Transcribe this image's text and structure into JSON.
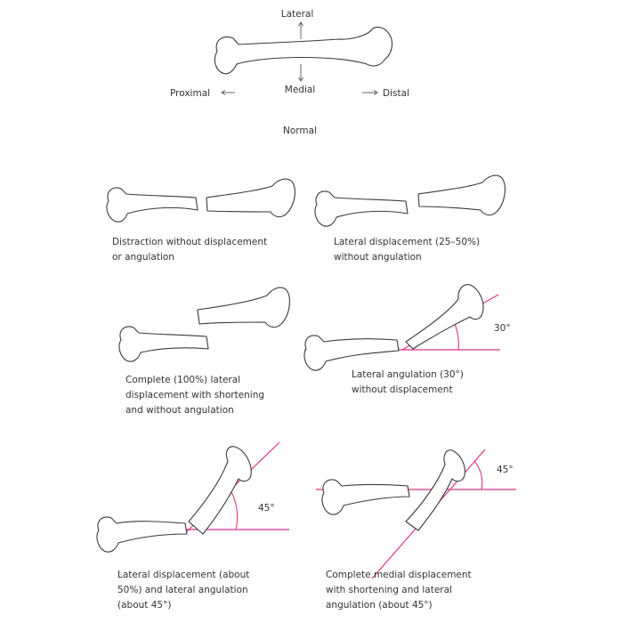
{
  "orientation": {
    "lateral": "Lateral",
    "medial": "Medial",
    "proximal": "Proximal",
    "distal": "Distal",
    "normal": "Normal"
  },
  "panels": [
    {
      "id": "distraction",
      "caption": [
        "Distraction without displacement",
        "or angulation"
      ]
    },
    {
      "id": "lateral-displacement",
      "caption": [
        "Lateral displacement (25–50%)",
        "without angulation"
      ]
    },
    {
      "id": "complete-displacement",
      "caption": [
        "Complete (100%) lateral",
        "displacement with shortening",
        "and without angulation"
      ]
    },
    {
      "id": "lateral-angulation",
      "caption": [
        "Lateral angulation (30°)",
        "without displacement"
      ],
      "angle": "30°"
    },
    {
      "id": "displacement-angulation",
      "caption": [
        "Lateral displacement (about",
        "50%) and lateral angulation",
        "(about 45°)"
      ],
      "angle": "45°"
    },
    {
      "id": "medial-displacement",
      "caption": [
        "Complete medial displacement",
        "with shortening and lateral",
        "angulation (about 45°)"
      ],
      "angle": "45°"
    }
  ],
  "colors": {
    "axis": "#e0338c",
    "outline": "#3a3a3a"
  }
}
